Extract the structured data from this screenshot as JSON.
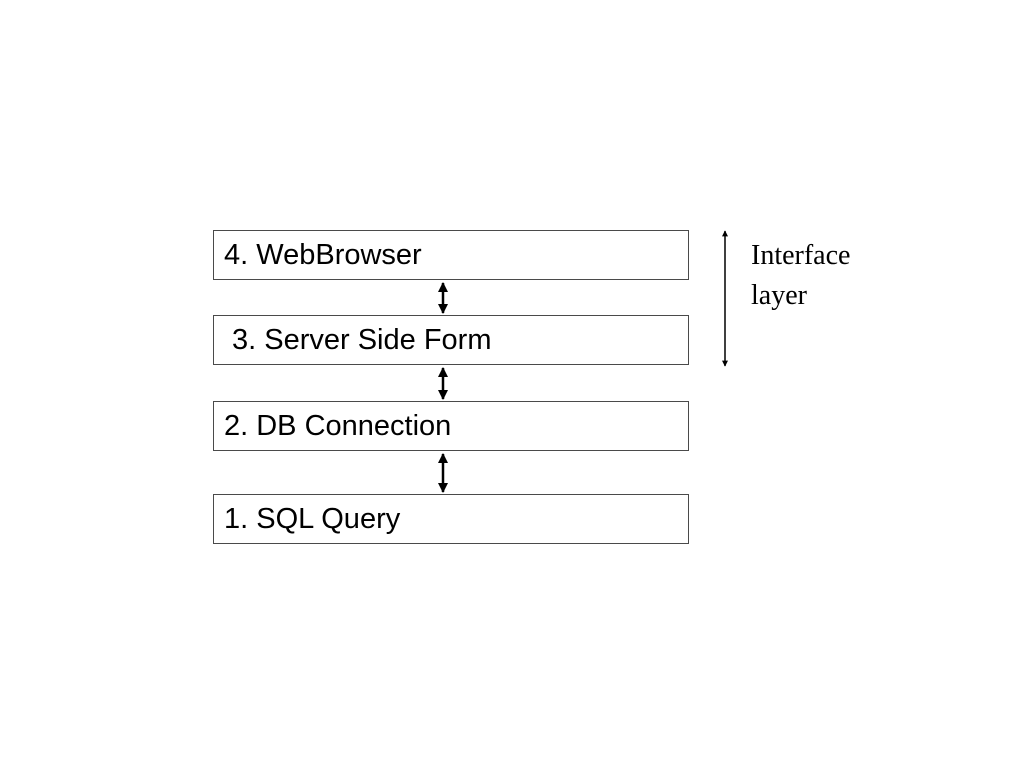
{
  "diagram": {
    "layers": [
      {
        "label": "4. WebBrowser"
      },
      {
        "label": " 3. Server Side Form"
      },
      {
        "label": "2. DB Connection"
      },
      {
        "label": "1. SQL Query"
      }
    ],
    "interface_label": {
      "line1": "Interface",
      "line2": "layer"
    },
    "connector_style": "bidirectional-arrow"
  }
}
